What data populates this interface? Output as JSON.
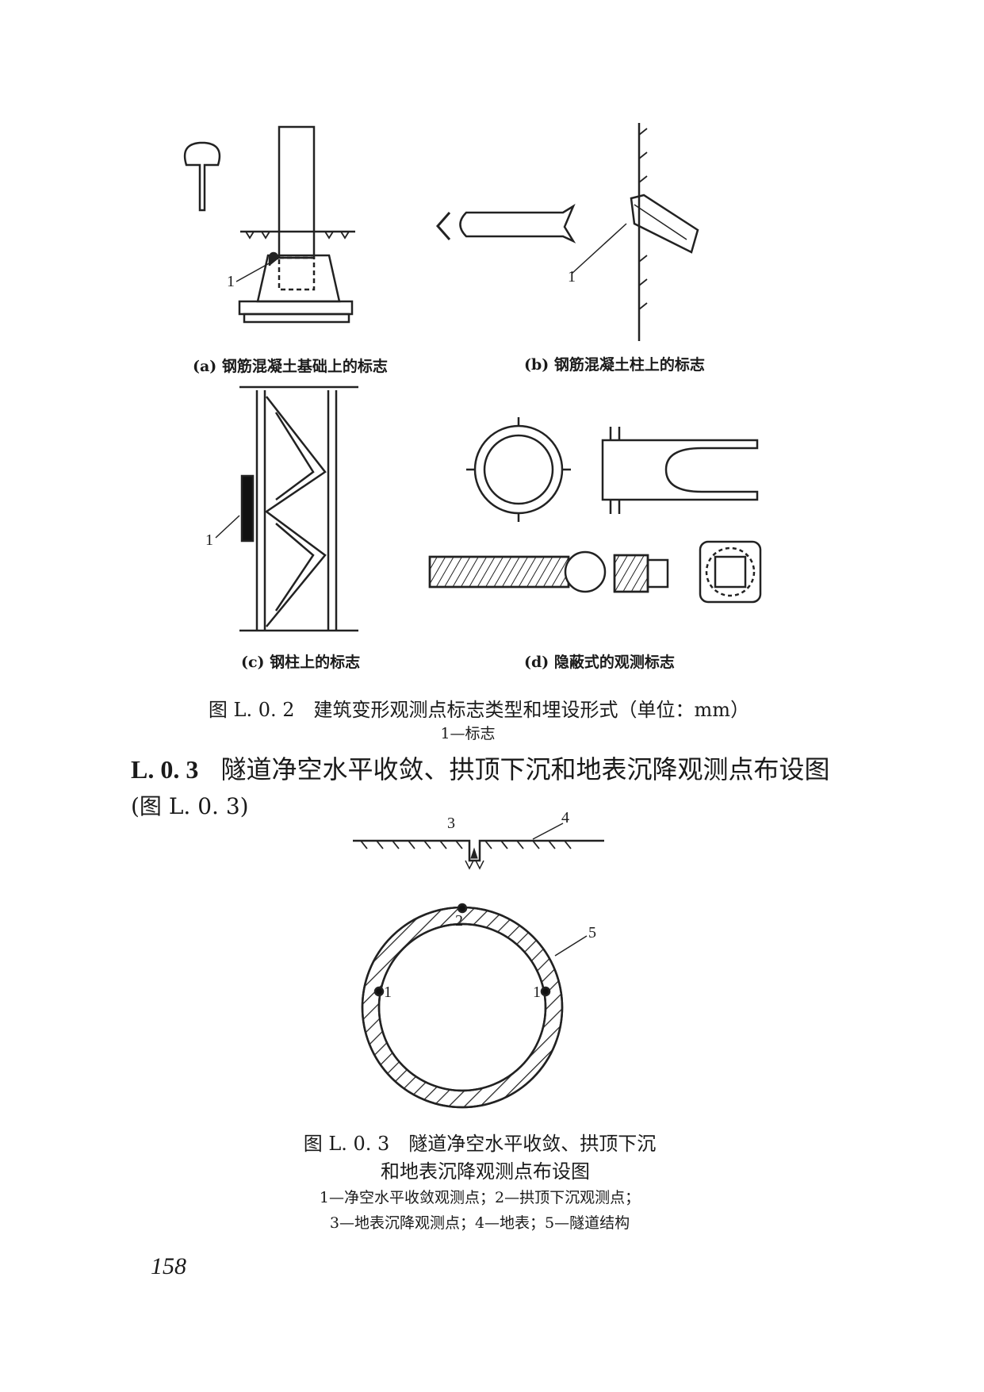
{
  "fig_l02": {
    "caption_a": "(a) 钢筋混凝土基础上的标志",
    "caption_b": "(b) 钢筋混凝土柱上的标志",
    "caption_c": "(c) 钢柱上的标志",
    "caption_d": "(d) 隐蔽式的观测标志",
    "title": "图 L. 0. 2　建筑变形观测点标志类型和埋设形式（单位：mm）",
    "legend": "1—标志",
    "marker_label": "1"
  },
  "section": {
    "number": "L. 0. 3",
    "heading_line1": "隧道净空水平收敛、拱顶下沉和地表沉降观测点布设图",
    "heading_line2": "(图 L. 0. 3)"
  },
  "fig_l03": {
    "labels": {
      "point_1": "1",
      "point_2": "2",
      "point_3": "3",
      "point_4": "4",
      "point_5": "5"
    },
    "title_line1": "图 L. 0. 3　隧道净空水平收敛、拱顶下沉",
    "title_line2": "和地表沉降观测点布设图",
    "legend_line1": "1—净空水平收敛观测点；2—拱顶下沉观测点；",
    "legend_line2": "3—地表沉降观测点；4—地表；5—隧道结构"
  },
  "page_number": "158"
}
